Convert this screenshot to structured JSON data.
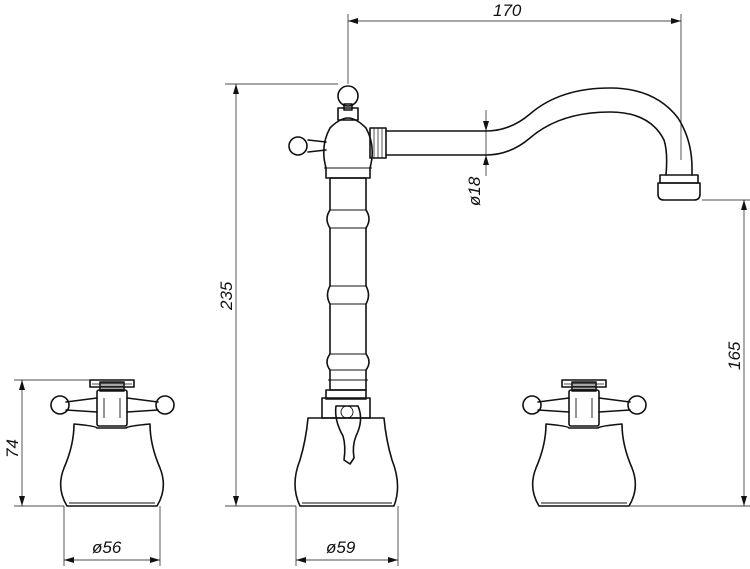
{
  "drawing": {
    "dimensions": {
      "spout_reach": "170",
      "spout_diameter": "ø18",
      "total_height": "235",
      "spout_height": "165",
      "handle_height": "74",
      "handle_base_diameter": "ø56",
      "spout_base_diameter": "ø59"
    }
  }
}
